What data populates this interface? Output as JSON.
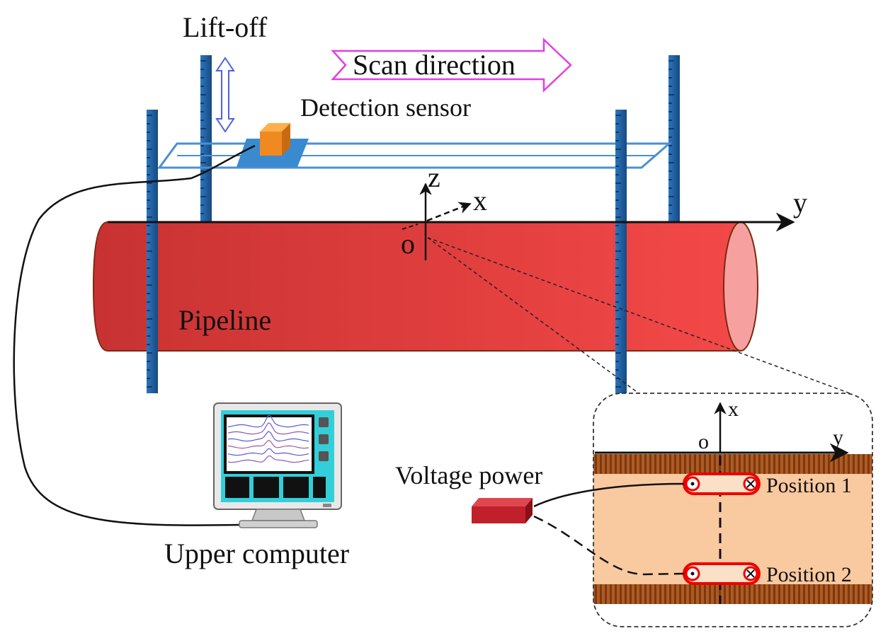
{
  "labels": {
    "lift_off": "Lift-off",
    "scan_direction": "Scan direction",
    "detection_sensor": "Detection sensor",
    "pipeline": "Pipeline",
    "upper_computer": "Upper computer",
    "voltage_power": "Voltage power",
    "position_1": "Position 1",
    "position_2": "Position 2"
  },
  "axes": {
    "main": {
      "x": "x",
      "y": "y",
      "z": "z",
      "origin": "o"
    },
    "inset": {
      "x": "x",
      "y": "y",
      "origin": "o"
    }
  },
  "colors": {
    "pipeline": "#e04040",
    "pipeline_end": "#f5a0a0",
    "post": "#1f5fa0",
    "frame": "#4a90d0",
    "sensor": "#f08a20",
    "scan_arrow": "#e040e0",
    "lift_arrow": "#5060e0",
    "inset_fill": "#f9c9a0",
    "inset_band": "#a0501e",
    "coil": "#ee0000",
    "power": "#c0202a",
    "monitor_body": "#33cfd8"
  },
  "icons": {
    "monitor": "monitor-icon",
    "power_supply": "power-supply-icon",
    "sensor": "sensor-cube-icon"
  }
}
